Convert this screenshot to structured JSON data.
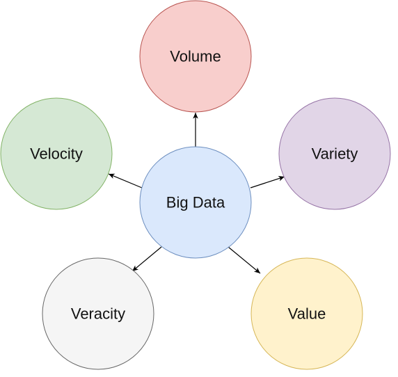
{
  "diagram": {
    "center": {
      "label": "Big Data",
      "fill": "#dae8fc",
      "stroke": "#6c8ebf"
    },
    "nodes": [
      {
        "id": "volume",
        "label": "Volume",
        "fill": "#f8cecc",
        "stroke": "#b85450"
      },
      {
        "id": "velocity",
        "label": "Velocity",
        "fill": "#d5e8d4",
        "stroke": "#82b366"
      },
      {
        "id": "variety",
        "label": "Variety",
        "fill": "#e1d5e7",
        "stroke": "#9673a6"
      },
      {
        "id": "veracity",
        "label": "Veracity",
        "fill": "#f5f5f5",
        "stroke": "#666666"
      },
      {
        "id": "value",
        "label": "Value",
        "fill": "#fff2cc",
        "stroke": "#d6b656"
      }
    ],
    "edges": [
      {
        "from": "center",
        "to": "volume"
      },
      {
        "from": "center",
        "to": "velocity"
      },
      {
        "from": "center",
        "to": "variety"
      },
      {
        "from": "center",
        "to": "veracity"
      },
      {
        "from": "center",
        "to": "value"
      }
    ]
  }
}
